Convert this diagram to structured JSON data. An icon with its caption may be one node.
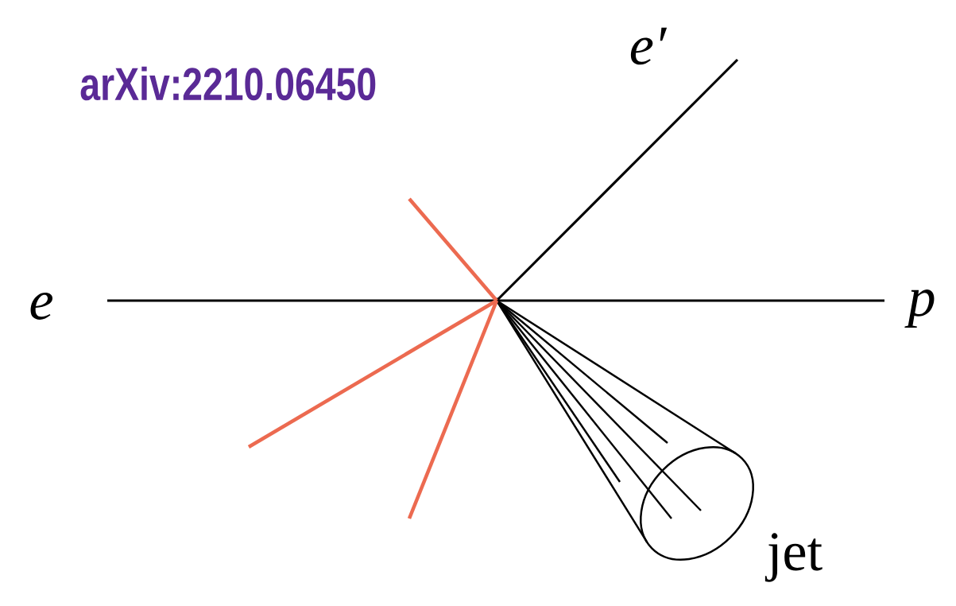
{
  "diagram": {
    "nodes": [
      {
        "text": [
          "e"
        ]
      },
      {
        "text": [
          "p"
        ]
      },
      {
        "text": [
          "e′"
        ]
      },
      {
        "text": [],
        "shape": "cone",
        "beside": [
          "jet"
        ]
      },
      {
        "text": [],
        "shape": "dot"
      }
    ],
    "edges": [
      {
        "from": 0,
        "to": 4,
        "arrow": "none"
      },
      {
        "from": 4,
        "to": 1,
        "arrow": "none"
      },
      {
        "from": 4,
        "to": 2,
        "arrow": "none"
      },
      {
        "from": 4,
        "to": null,
        "arrow": "none",
        "color": "#ec6a50"
      },
      {
        "from": 4,
        "to": null,
        "arrow": "none",
        "color": "#ec6a50"
      },
      {
        "from": 4,
        "to": null,
        "arrow": "none",
        "color": "#ec6a50"
      }
    ],
    "labels": [
      "arXiv:2210.06450"
    ]
  }
}
